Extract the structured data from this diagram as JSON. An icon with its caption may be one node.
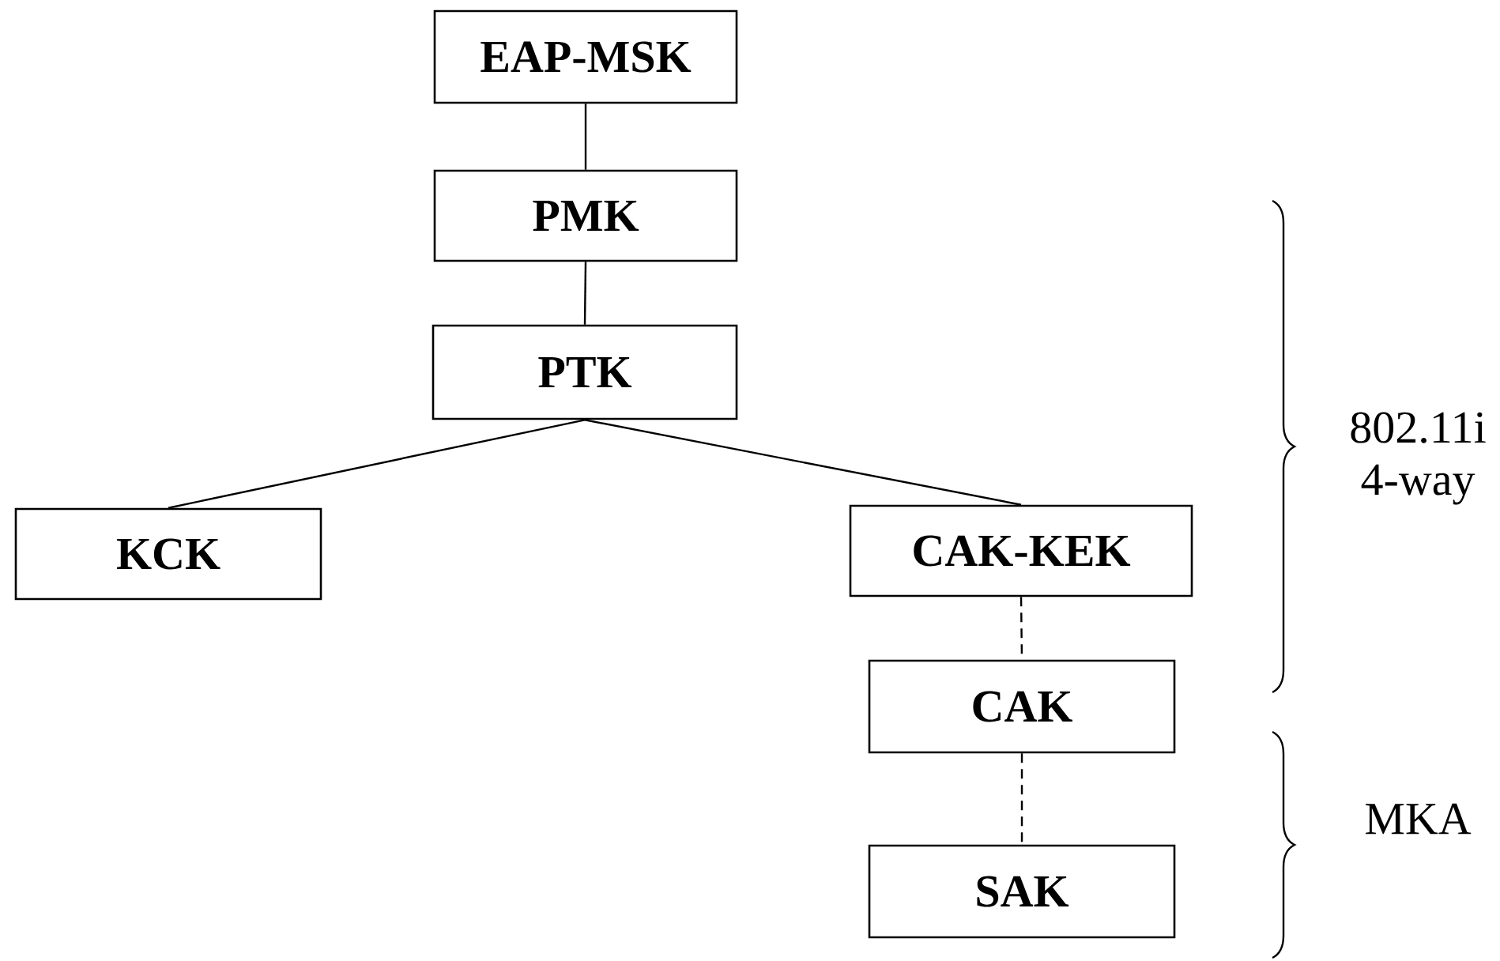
{
  "diagram": {
    "nodes": [
      {
        "text": [
          "EAP-MSK"
        ]
      },
      {
        "text": [
          "PMK"
        ]
      },
      {
        "text": [
          "PTK"
        ]
      },
      {
        "text": [
          "KCK"
        ]
      },
      {
        "text": [
          "CAK-KEK"
        ]
      },
      {
        "text": [
          "CAK"
        ]
      },
      {
        "text": [
          "SAK"
        ]
      }
    ],
    "edges": [
      {
        "from": 0,
        "to": 1,
        "arrow": "none"
      },
      {
        "from": 1,
        "to": 2,
        "arrow": "none"
      },
      {
        "from": 2,
        "to": 3,
        "arrow": "none"
      },
      {
        "from": 2,
        "to": 4,
        "arrow": "none"
      },
      {
        "from": 4,
        "to": 5,
        "arrow": "none",
        "style": "dashed"
      },
      {
        "from": 5,
        "to": 6,
        "arrow": "none",
        "style": "dashed"
      }
    ],
    "labels": [
      "802.11i 4-way",
      "MKA"
    ]
  }
}
